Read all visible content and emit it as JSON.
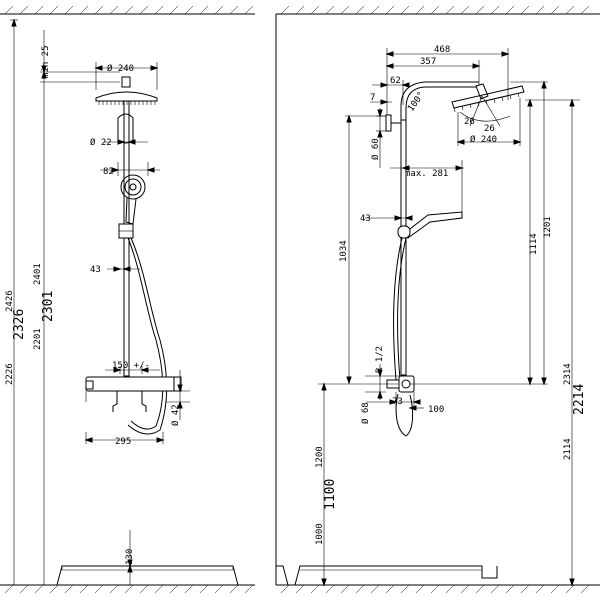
{
  "left_view": {
    "heights": {
      "h2426": "2426",
      "h2326": "2326",
      "h2226": "2226",
      "h2401": "2401",
      "h2301": "2301",
      "h2201": "2201"
    },
    "dims": {
      "min25": "min 25",
      "head_dia": "Ø 240",
      "pipe_dia": "Ø 22",
      "hand_dist": "82",
      "bar_dist": "43",
      "inlet": "150 +/-",
      "valve_dia": "Ø 42",
      "mixer_width": "295",
      "floor_gap": "130"
    }
  },
  "right_view": {
    "dims": {
      "arm_total": "468",
      "arm_inner": "357",
      "offset62": "62",
      "wall7": "7",
      "angle": "100°",
      "angle26a": "26",
      "angle26b": "26",
      "head_dia": "Ø 240",
      "wall_dia": "Ø 60",
      "max_reach": "max. 281",
      "bar_dist": "43",
      "h1034": "1034",
      "h1114": "1114",
      "h1201": "1201",
      "thread": "R 1/2",
      "valve_dia": "Ø 68",
      "d73": "73",
      "d100": "100",
      "h1200": "1200",
      "h1100": "1100",
      "h1000": "1000",
      "h2314": "2314",
      "h2214": "2214",
      "h2114": "2114"
    }
  }
}
